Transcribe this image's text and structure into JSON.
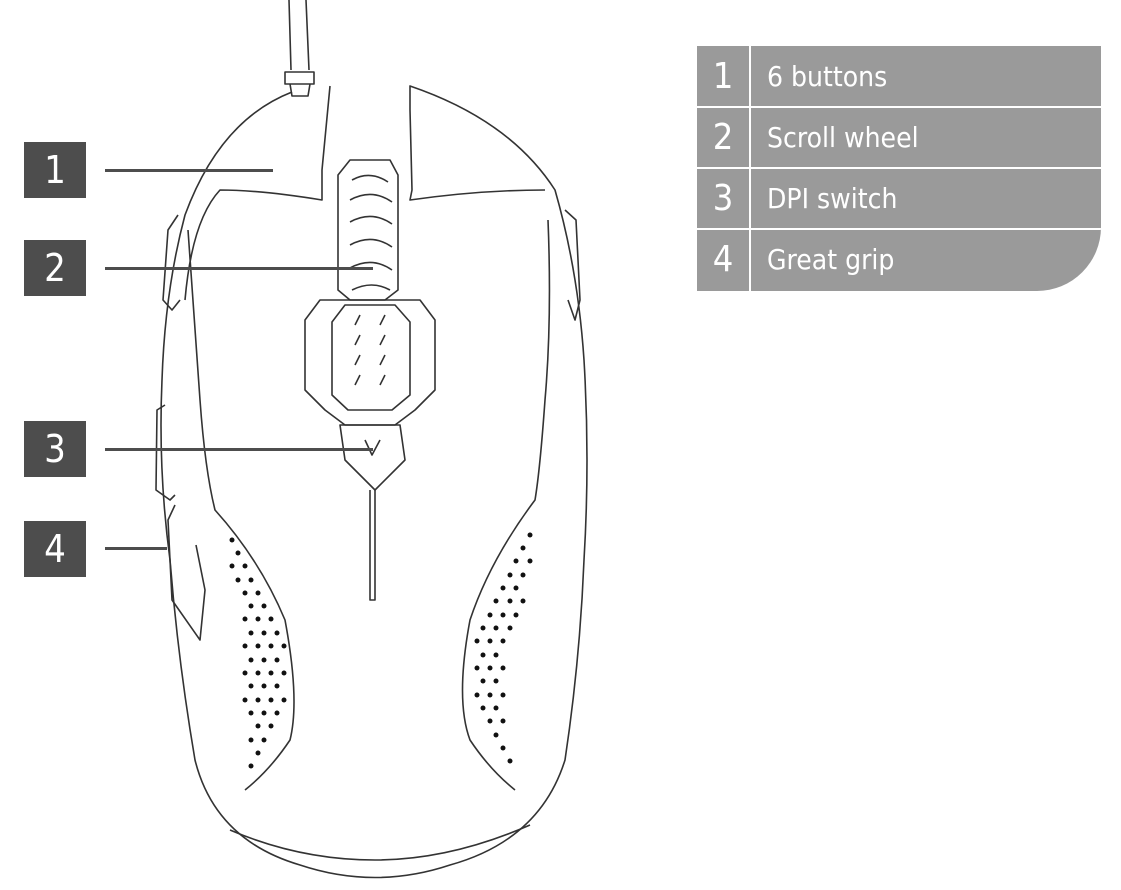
{
  "callouts": [
    "1",
    "2",
    "3",
    "4"
  ],
  "legend": [
    {
      "num": "1",
      "label": "6 buttons"
    },
    {
      "num": "2",
      "label": "Scroll wheel"
    },
    {
      "num": "3",
      "label": "DPI switch"
    },
    {
      "num": "4",
      "label": "Great grip"
    }
  ],
  "colors": {
    "callout_fill": "#4d4d4d",
    "legend_fill": "#9a9a9a",
    "outline": "#333333"
  }
}
